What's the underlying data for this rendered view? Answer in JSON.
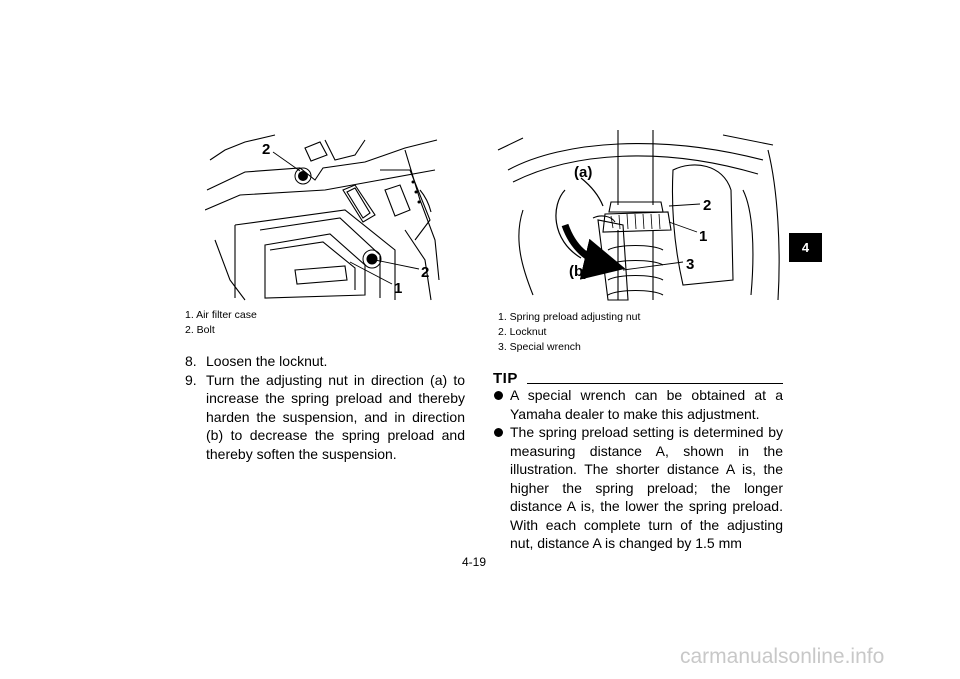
{
  "figure_left": {
    "callouts": [
      "2",
      "2",
      "1"
    ]
  },
  "caption_left": [
    "1.  Air filter case",
    "2.  Bolt"
  ],
  "steps": [
    {
      "num": "8.",
      "text": "Loosen the locknut."
    },
    {
      "num": "9.",
      "text": "Turn the adjusting nut in direction (a) to increase the spring preload and thereby harden the suspension, and in direction (b) to decrease the spring preload and thereby soften the suspension."
    }
  ],
  "figure_right": {
    "callouts": [
      "(a)",
      "(b)",
      "2",
      "1",
      "3"
    ]
  },
  "caption_right": [
    "1.  Spring preload adjusting nut",
    "2.  Locknut",
    "3.  Special wrench"
  ],
  "tip": {
    "label": "TIP",
    "items": [
      "A special wrench can be obtained at a Yamaha dealer to make this adjustment.",
      "The spring preload setting is determined by measuring distance A, shown in the illustration. The shorter distance A is, the higher the spring preload; the longer distance A is, the lower the spring preload. With each complete turn of the adjusting nut, distance A is changed by 1.5 mm"
    ]
  },
  "chapter_tab": "4",
  "page_number": "4-19",
  "watermark": "carmanualsonline.info"
}
